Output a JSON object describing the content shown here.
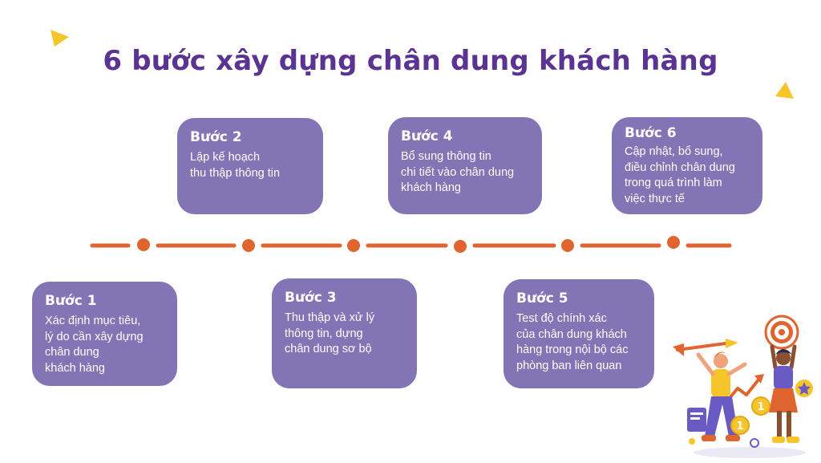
{
  "title": "6 bước xây dựng chân dung khách hàng",
  "colors": {
    "title": "#5b3392",
    "card": "#8374b5",
    "timeline": "#e0642d",
    "accent_yellow": "#f5c52a"
  },
  "steps": [
    {
      "label": "Bước 1",
      "lines": [
        "Xác định mục tiêu,",
        "lý do cần xây dựng",
        "chân dung",
        "khách hàng"
      ]
    },
    {
      "label": "Bước 2",
      "lines": [
        "Lập kế hoạch",
        "thu thập thông tin"
      ]
    },
    {
      "label": "Bước 3",
      "lines": [
        "Thu thập và xử lý",
        "thông tin, dựng",
        "chân dung sơ bộ"
      ]
    },
    {
      "label": "Bước 4",
      "lines": [
        "Bổ sung thông tin",
        "chi tiết vào chân dung",
        "khách hàng"
      ]
    },
    {
      "label": "Bước 5",
      "lines": [
        "Test độ chính xác",
        "của chân dung khách",
        "hàng trong nội bộ các",
        "phòng ban liên quan"
      ]
    },
    {
      "label": "Bước 6",
      "lines": [
        "Cập nhật, bổ sung,",
        "điều chỉnh chân dung",
        "trong quá trình làm",
        "việc thực tế"
      ]
    }
  ],
  "decorations": {
    "triangle_left": "triangle-icon",
    "triangle_right": "triangle-icon",
    "illustration": "people-with-target-and-dart-illustration",
    "coin_label": "1"
  }
}
